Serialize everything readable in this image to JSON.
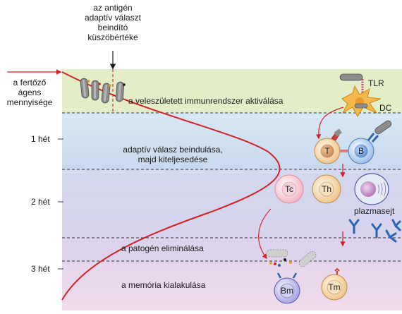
{
  "threshold_label": [
    "az antigén",
    "adaptív választ",
    "beindító",
    "küszöbértéke"
  ],
  "pathogen_label": [
    "a fertőző",
    "ágens",
    "mennyisége"
  ],
  "time_labels": [
    "1 hét",
    "2 hét",
    "3 hét"
  ],
  "stages": {
    "innate": "a veleszületett immunrendszer aktiválása",
    "adaptive": [
      "adaptív válasz beindulása,",
      "majd kiteljesedése"
    ],
    "elimination": "a patogén eliminálása",
    "memory": "a memória kialakulása"
  },
  "cells": {
    "tlr": "TLR",
    "dc": "DC",
    "t": "T",
    "b": "B",
    "tc": "Tc",
    "th": "Th",
    "plasma": "plazmasejt",
    "bm": "Bm",
    "tm": "Tm"
  },
  "colors": {
    "band_innate": "#e4efc9",
    "band_adaptive": "#cfe1f0",
    "band_effector": "#d6d6ee",
    "band_elim": "#ddd3ec",
    "band_memory": "#ead6ec",
    "curve": "#d42027",
    "antibody": "#2a64b2"
  },
  "icons": [
    "pathogen-icon",
    "dendritic-cell-icon",
    "antibody-icon",
    "arrow-icon"
  ]
}
